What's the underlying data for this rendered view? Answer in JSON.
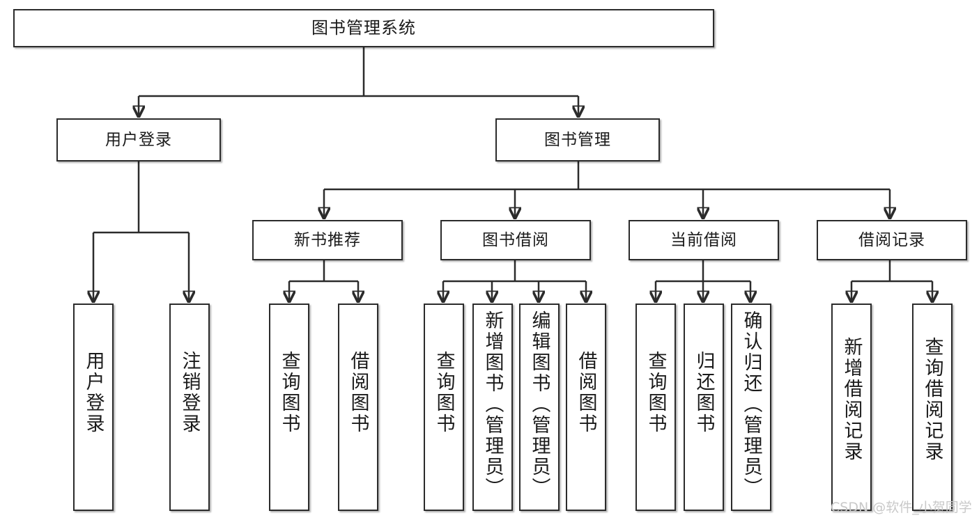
{
  "diagram": {
    "type": "tree-hierarchy-chart",
    "title": "图书管理系统",
    "colors": {
      "box_border": "#2b2b2b",
      "box_fill": "#ffffff",
      "connector": "#2b2b2b",
      "text": "#1a1a1a",
      "watermark": "#c9c9c9",
      "background": "#ffffff"
    },
    "nodes": {
      "root": {
        "label": "图书管理系统"
      },
      "level2": [
        {
          "id": "user-login",
          "label": "用户登录"
        },
        {
          "id": "book-manage",
          "label": "图书管理"
        }
      ],
      "level3": [
        {
          "id": "new-book-recommend",
          "label": "新书推荐"
        },
        {
          "id": "book-borrow",
          "label": "图书借阅"
        },
        {
          "id": "current-borrow",
          "label": "当前借阅"
        },
        {
          "id": "borrow-record",
          "label": "借阅记录"
        }
      ],
      "leaves": [
        {
          "id": "leaf-user-login",
          "label": "用户登录",
          "parent": "user-login"
        },
        {
          "id": "leaf-logout-login",
          "label": "注销登录",
          "parent": "user-login"
        },
        {
          "id": "leaf-query-book-1",
          "label": "查询图书",
          "parent": "new-book-recommend"
        },
        {
          "id": "leaf-borrow-book-1",
          "label": "借阅图书",
          "parent": "new-book-recommend"
        },
        {
          "id": "leaf-query-book-2",
          "label": "查询图书",
          "parent": "book-borrow"
        },
        {
          "id": "leaf-add-book",
          "label": "新增图书（管理员）",
          "parent": "book-borrow"
        },
        {
          "id": "leaf-edit-book",
          "label": "编辑图书（管理员）",
          "parent": "book-borrow"
        },
        {
          "id": "leaf-borrow-book-2",
          "label": "借阅图书",
          "parent": "book-borrow"
        },
        {
          "id": "leaf-query-book-3",
          "label": "查询图书",
          "parent": "current-borrow"
        },
        {
          "id": "leaf-return-book",
          "label": "归还图书",
          "parent": "current-borrow"
        },
        {
          "id": "leaf-confirm-return",
          "label": "确认归还（管理员）",
          "parent": "current-borrow"
        },
        {
          "id": "leaf-add-record",
          "label": "新增借阅记录",
          "parent": "borrow-record"
        },
        {
          "id": "leaf-query-record",
          "label": "查询借阅记录",
          "parent": "borrow-record"
        }
      ]
    },
    "watermark": {
      "text": "CSDN @软件_小贺同学"
    }
  }
}
